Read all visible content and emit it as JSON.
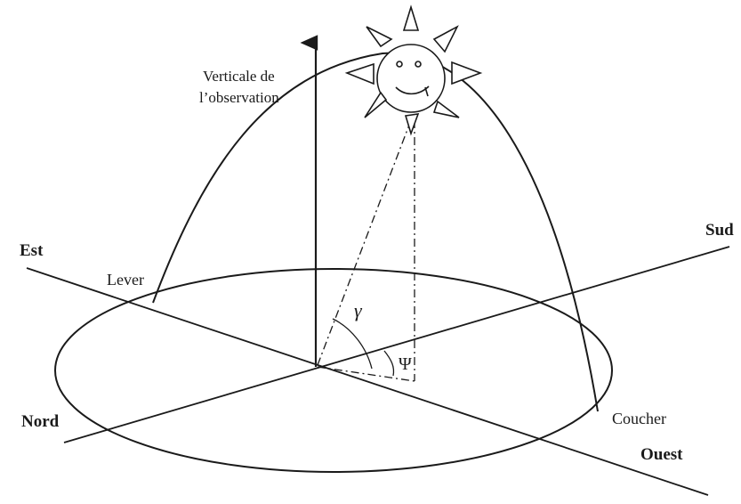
{
  "diagram": {
    "vertical_label_line1": "Verticale de",
    "vertical_label_line2": "l’observation",
    "east": "Est",
    "south": "Sud",
    "north": "Nord",
    "west": "Ouest",
    "sunrise": "Lever",
    "sunset": "Coucher",
    "elevation_symbol": "γ",
    "azimuth_symbol": "Ψ"
  }
}
